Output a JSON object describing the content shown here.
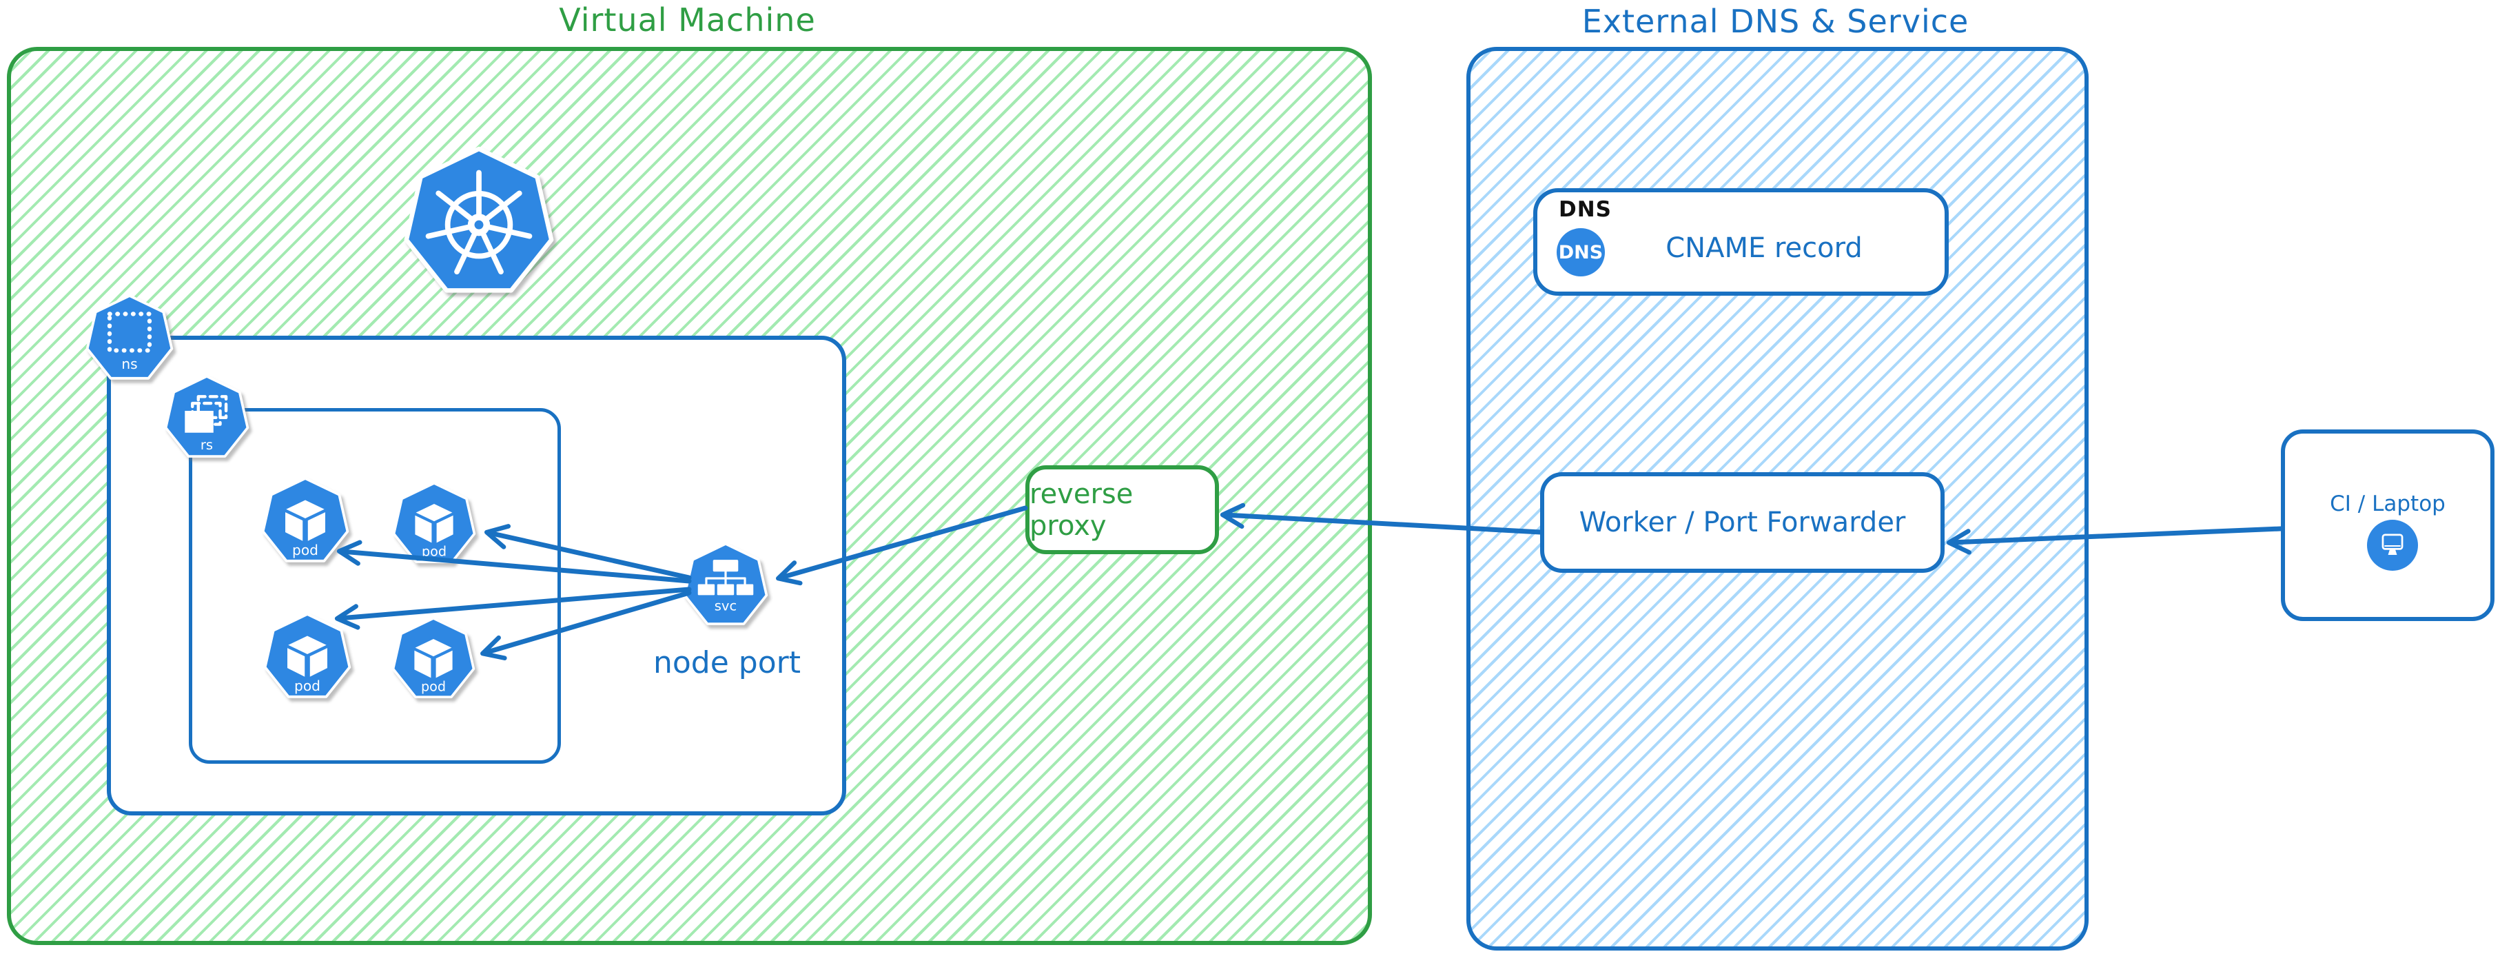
{
  "colors": {
    "green_stroke": "#2f9e44",
    "green_hatch": "#a3eab1",
    "blue_stroke": "#1971c2",
    "blue_hatch": "#a9d8fb",
    "icon_blue": "#2e87e2",
    "label_black": "#111111"
  },
  "vm": {
    "title": "Virtual Machine"
  },
  "external": {
    "title": "External DNS & Service",
    "dns_label": "DNS",
    "dns_badge": "DNS",
    "cname_label": "CNAME record",
    "worker_label": "Worker / Port Forwarder"
  },
  "reverse_proxy": {
    "label": "reverse proxy"
  },
  "node_port": {
    "label": "node port"
  },
  "ci": {
    "label": "CI / Laptop"
  },
  "icons": {
    "ns_label": "ns",
    "rs_label": "rs",
    "pod_label": "pod",
    "svc_label": "svc"
  }
}
